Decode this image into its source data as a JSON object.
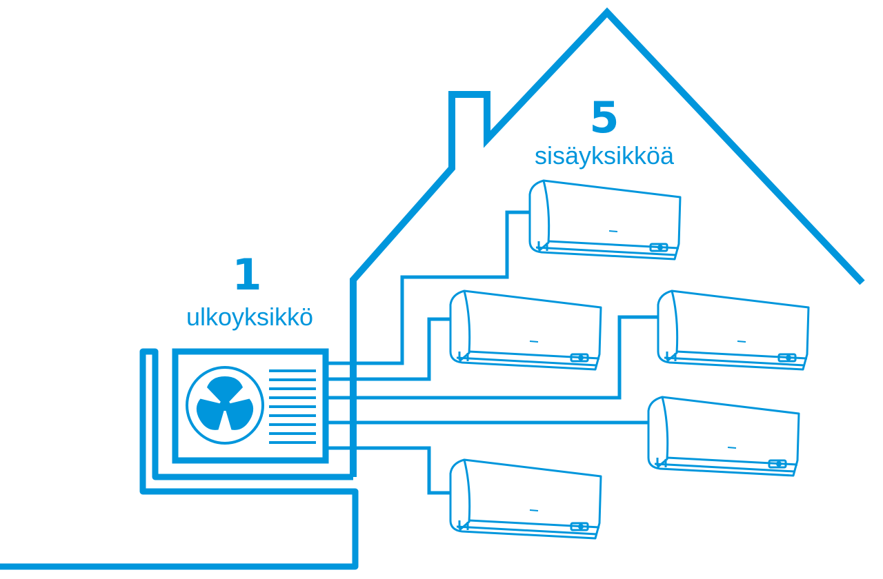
{
  "outdoor": {
    "count": "1",
    "label": "ulkoyksikkö"
  },
  "indoor": {
    "count": "5",
    "label": "sisäyksikköä"
  },
  "colors": {
    "accent": "#0096dc"
  }
}
